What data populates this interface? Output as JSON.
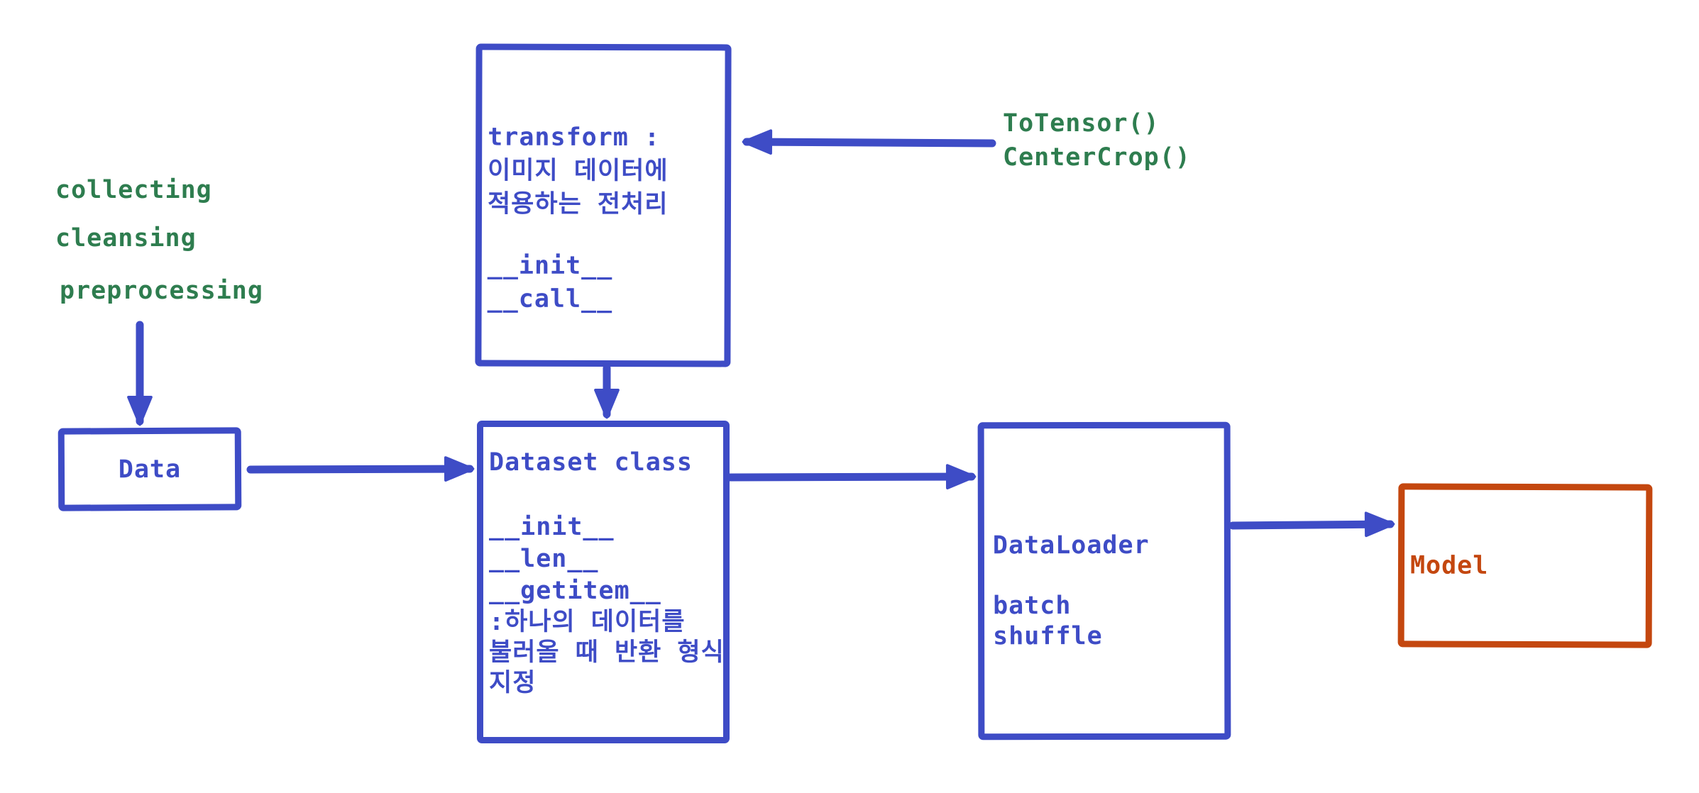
{
  "colors": {
    "blue": "#3E4CC6",
    "green": "#2E7D4F",
    "orange": "#C4470F",
    "background": "#FFFFFF"
  },
  "pipeline_steps": [
    "collecting",
    "cleansing",
    "preprocessing"
  ],
  "transform_inputs": [
    "ToTensor()",
    "CenterCrop()"
  ],
  "boxes": {
    "transform": {
      "title": "transform :",
      "desc": [
        "이미지 데이터에",
        "적용하는 전처리"
      ],
      "methods": [
        "__init__",
        "__call__"
      ]
    },
    "data": {
      "label": "Data"
    },
    "dataset": {
      "title": "Dataset class",
      "methods": [
        "__init__",
        "__len__",
        "__getitem__"
      ],
      "note": [
        ":하나의 데이터를",
        "불러올 때 반환 형식",
        "지정"
      ]
    },
    "dataloader": {
      "title": "DataLoader",
      "options": [
        "batch",
        "shuffle"
      ]
    },
    "model": {
      "label": "Model"
    }
  }
}
